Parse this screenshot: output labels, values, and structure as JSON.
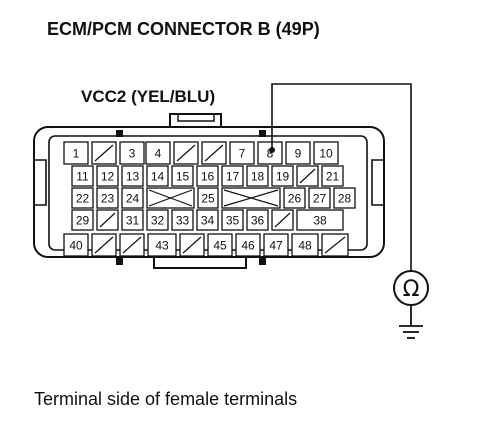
{
  "title": "ECM/PCM CONNECTOR B (49P)",
  "probe_label": "VCC2 (YEL/BLU)",
  "caption": "Terminal side of female terminals",
  "meter_symbol": "Ω",
  "meter_icon": "ohmmeter-icon",
  "ground_icon": "ground-icon",
  "rows": [
    [
      "1",
      "",
      "3",
      "4",
      "",
      "",
      "7",
      "8",
      "9",
      "10"
    ],
    [
      "11",
      "12",
      "13",
      "14",
      "15",
      "16",
      "17",
      "18",
      "19",
      "",
      "21"
    ],
    [
      "22",
      "23",
      "24",
      "",
      "25",
      "",
      "26",
      "27",
      "28"
    ],
    [
      "29",
      "",
      "31",
      "32",
      "33",
      "34",
      "35",
      "36",
      "",
      "38"
    ],
    [
      "40",
      "",
      "",
      "43",
      "",
      "45",
      "46",
      "47",
      "48",
      ""
    ]
  ]
}
